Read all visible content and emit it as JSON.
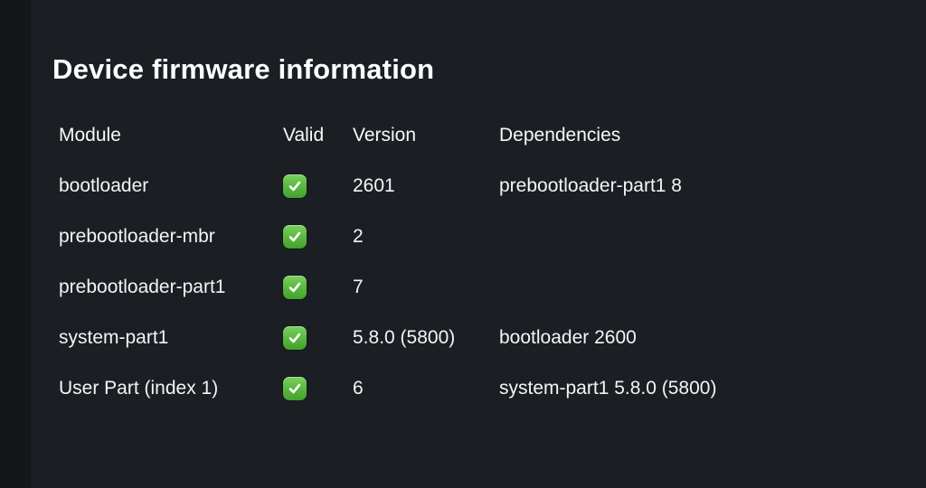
{
  "page": {
    "title": "Device firmware information"
  },
  "table": {
    "columns": [
      "Module",
      "Valid",
      "Version",
      "Dependencies"
    ],
    "rows": [
      {
        "module": "bootloader",
        "valid": true,
        "version": "2601",
        "dependencies": "prebootloader-part1 8"
      },
      {
        "module": "prebootloader-mbr",
        "valid": true,
        "version": "2",
        "dependencies": ""
      },
      {
        "module": "prebootloader-part1",
        "valid": true,
        "version": "7",
        "dependencies": ""
      },
      {
        "module": "system-part1",
        "valid": true,
        "version": "5.8.0 (5800)",
        "dependencies": "bootloader 2600"
      },
      {
        "module": "User Part (index 1)",
        "valid": true,
        "version": "6",
        "dependencies": "system-part1 5.8.0 (5800)"
      }
    ],
    "valid_icon": "check-mark-button"
  },
  "colors": {
    "background": "#1b1f24",
    "left_strip": "#141619",
    "text": "#f3f4f6",
    "check_green_top": "#7ed05f",
    "check_green_bottom": "#45a02e"
  }
}
